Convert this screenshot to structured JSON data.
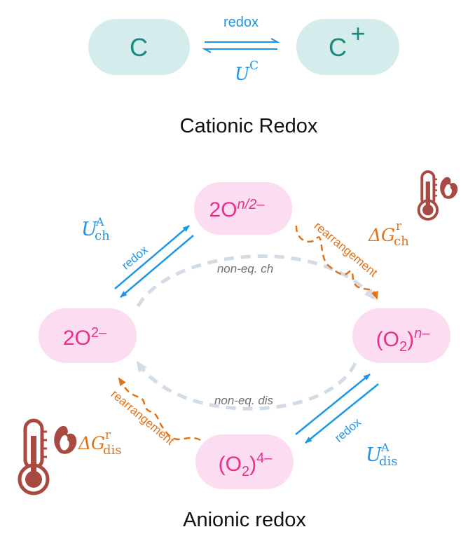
{
  "cationic": {
    "left_node": "C",
    "right_node": "C",
    "right_sup": "+",
    "arrow_label": "redox",
    "potential": "U",
    "potential_sup": "C",
    "caption": "Cationic Redox"
  },
  "anionic": {
    "top_node": "2O",
    "top_node_sup": "n/2–",
    "left_node": "2O",
    "left_node_sup": "2–",
    "right_node_pre": "(O",
    "right_node_sub": "2",
    "right_node_post": ")",
    "right_node_sup": "n–",
    "bottom_node_pre": "(O",
    "bottom_node_sub": "2",
    "bottom_node_post": ")",
    "bottom_node_sup": "4–",
    "redox_left": "redox",
    "redox_right": "redox",
    "rearr_top": "rearrangement",
    "rearr_bottom": "rearrangement",
    "noneq_ch": "non-eq. ch",
    "noneq_dis": "non-eq. dis",
    "u_ch": "U",
    "u_ch_sup": "A",
    "u_ch_sub": "ch",
    "u_dis": "U",
    "u_dis_sup": "A",
    "u_dis_sub": "dis",
    "g_ch": "ΔG",
    "g_ch_sup": "r",
    "g_ch_sub": "ch",
    "g_dis": "ΔG",
    "g_dis_sup": "r",
    "g_dis_sub": "dis",
    "caption": "Anionic redox"
  },
  "colors": {
    "cation_node": "#d4ecec",
    "cation_text": "#1a8a80",
    "anion_node": "#fcdcf0",
    "anion_text": "#e8308c",
    "blue": "#1e96e6",
    "orange": "#e07318",
    "dashed_grey": "#d2dce8",
    "thermometer": "#a94a42"
  },
  "icons": [
    "thermometer-flame-icon",
    "thermometer-flame-icon"
  ]
}
